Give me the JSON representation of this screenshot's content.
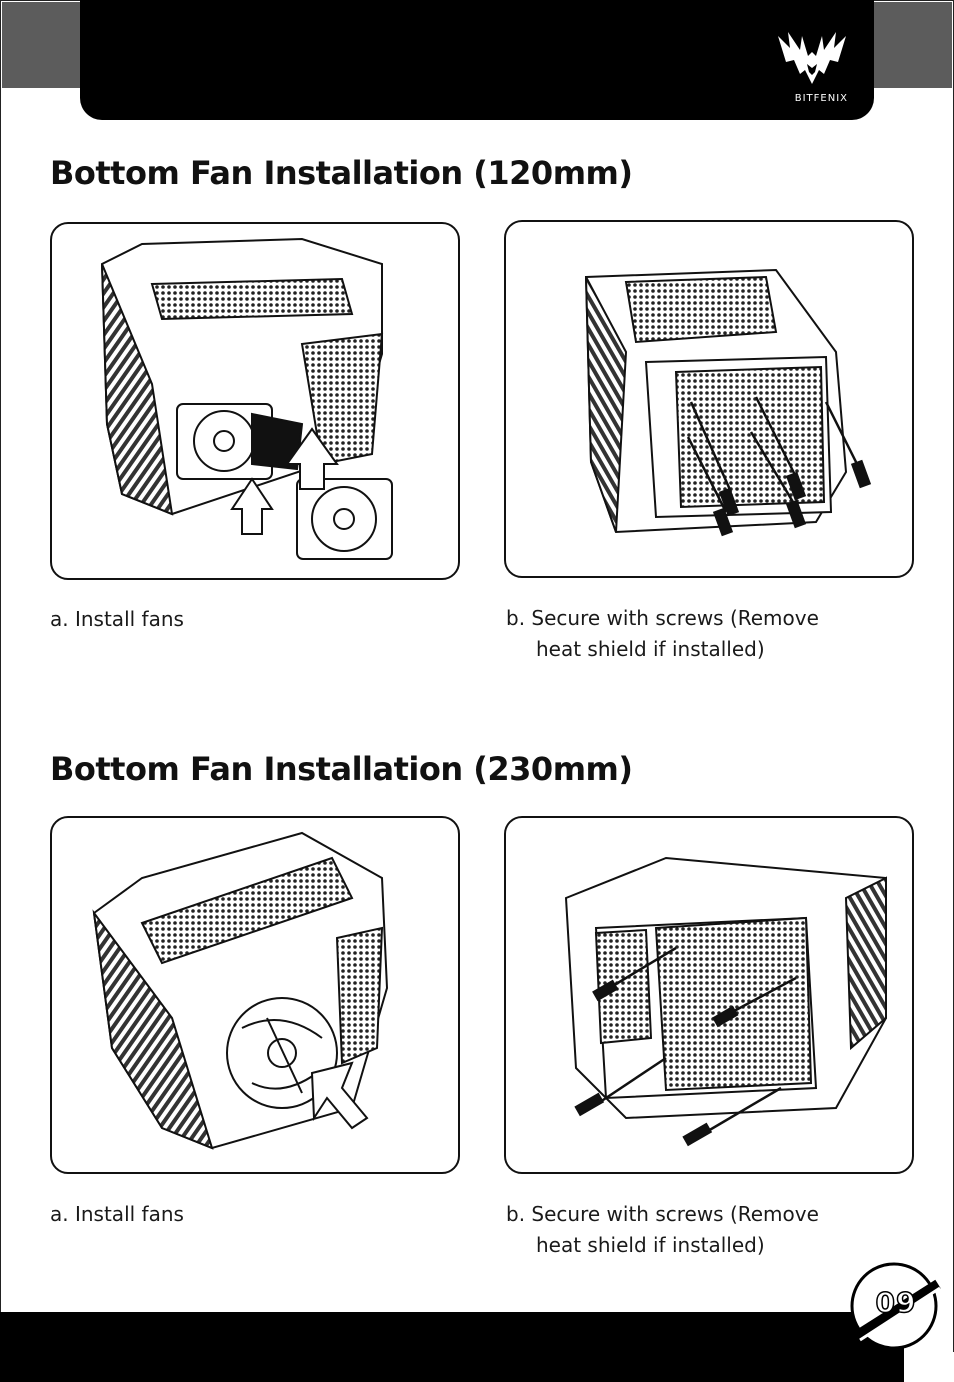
{
  "header": {
    "brand": "BITFENIX",
    "logo_icon": "bitfenix-phoenix-icon"
  },
  "sections": [
    {
      "title": "Bottom Fan Installation (120mm)",
      "steps": [
        {
          "caption_line1": "a. Install fans",
          "caption_line2": "",
          "illustration": "case-fan-install-illustration"
        },
        {
          "caption_line1": "b. Secure with screws (Remove",
          "caption_line2": "heat shield if installed)",
          "illustration": "case-screw-secure-illustration"
        }
      ]
    },
    {
      "title": "Bottom Fan Installation (230mm)",
      "steps": [
        {
          "caption_line1": "a. Install fans",
          "caption_line2": "",
          "illustration": "case-fan-install-illustration"
        },
        {
          "caption_line1": "b. Secure with screws (Remove",
          "caption_line2": "heat shield if installed)",
          "illustration": "case-screw-secure-illustration"
        }
      ]
    }
  ],
  "footer": {
    "page_number": "09"
  },
  "colors": {
    "header_bg": "#000000",
    "corner_gray": "#5c5c5c",
    "text": "#1a1a1a"
  }
}
